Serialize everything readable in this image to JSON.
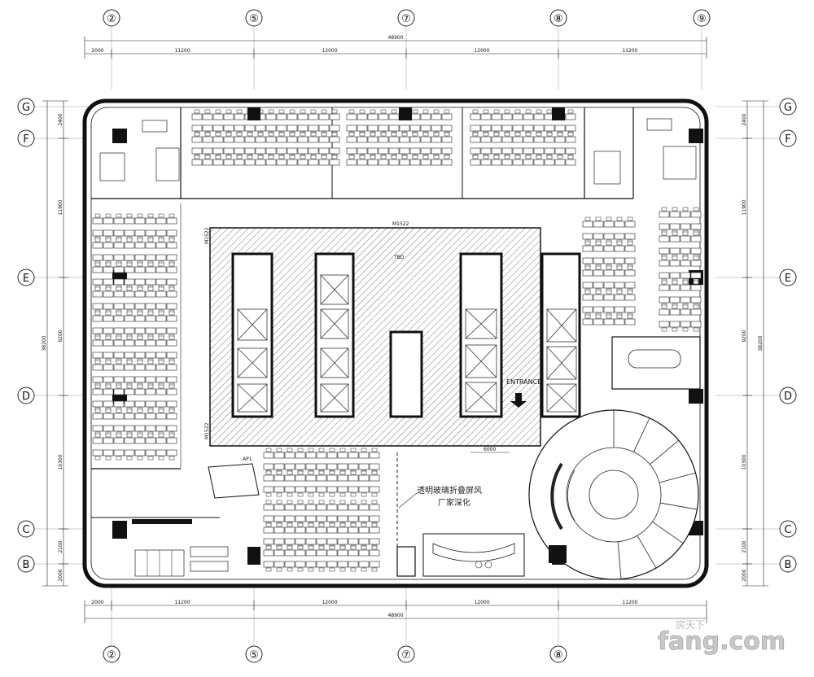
{
  "plan": {
    "grid_cols": [
      "②",
      "⑤",
      "⑦",
      "⑧",
      "⑨"
    ],
    "grid_rows": [
      "G",
      "F",
      "E",
      "D",
      "C",
      "B"
    ],
    "top_total": "48900",
    "top_segments": [
      "2000",
      "11200",
      "12000",
      "12000",
      "11200"
    ],
    "bottom_total": "48900",
    "bottom_segments": [
      "2000",
      "11200",
      "12000",
      "12000",
      "11200"
    ],
    "left_dims": [
      "2400",
      "11900",
      "9200",
      "38200",
      "10300",
      "2100",
      "2000"
    ],
    "right_dims": [
      "2400",
      "11900",
      "9200",
      "38200",
      "10300",
      "2100",
      "2000"
    ],
    "labels": {
      "corridor_code": "M1522",
      "code_left_upper": "M1522",
      "code_left_lower": "M1522",
      "entrance": "ENTRANCE",
      "tbd": "TBD",
      "dim_6000": "6000",
      "ap1": "AP1",
      "callout_line1": "透明玻璃折叠屏风",
      "callout_line2": "厂家深化"
    }
  },
  "watermark": {
    "brand": "fang.com",
    "small": "房天下"
  }
}
